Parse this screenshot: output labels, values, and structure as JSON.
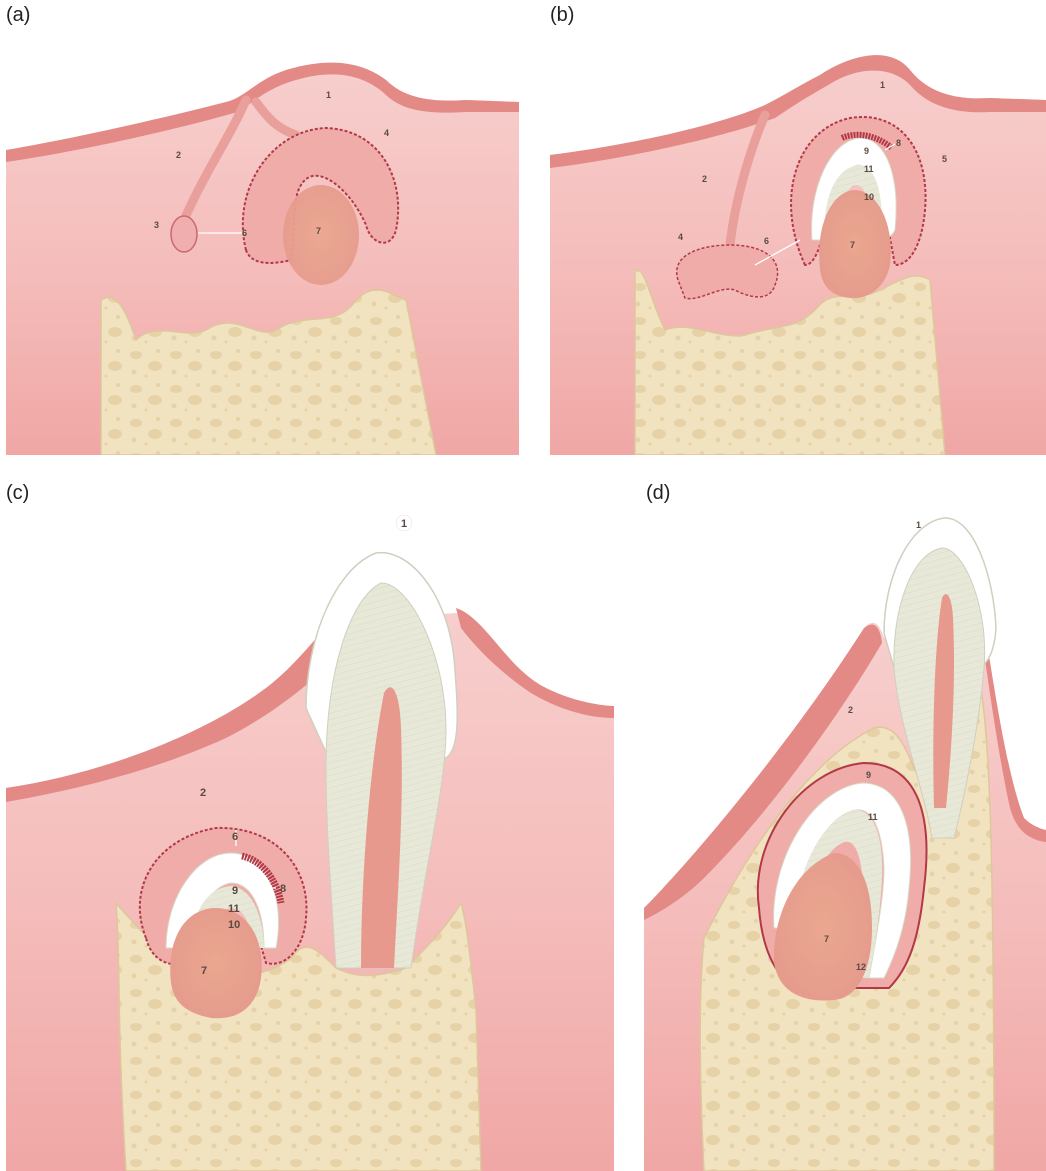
{
  "panels": {
    "a": {
      "label": "(a)",
      "callouts": {
        "n1": "1",
        "n2": "2",
        "n3": "3",
        "n4": "4",
        "n6": "6",
        "n7": "7"
      }
    },
    "b": {
      "label": "(b)",
      "callouts": {
        "n1": "1",
        "n2": "2",
        "n4": "4",
        "n5": "5",
        "n6": "6",
        "n7": "7",
        "n8": "8",
        "n9": "9",
        "n10": "10",
        "n11": "11"
      }
    },
    "c": {
      "label": "(c)",
      "callouts": {
        "n1": "1",
        "n2": "2",
        "n6": "6",
        "n7": "7",
        "n8": "8",
        "n9": "9",
        "n10": "10",
        "n11": "11"
      }
    },
    "d": {
      "label": "(d)",
      "callouts": {
        "n1": "1",
        "n2": "2",
        "n7": "7",
        "n9": "9",
        "n11": "11",
        "n12": "12"
      }
    }
  },
  "colors": {
    "gingiva": "#f6c5c3",
    "gingiva_deep": "#f0a5a3",
    "epithelium": "#e48a86",
    "bone": "#f1e2c0",
    "bone_line": "#ddc79b",
    "dental_papilla": "#e9a890",
    "enamel_organ": "#f4b6b2",
    "ameloblast": "#b23848",
    "enamel": "#ffffff",
    "dentin": "#e6e6d6",
    "pulp": "#e8998e"
  }
}
